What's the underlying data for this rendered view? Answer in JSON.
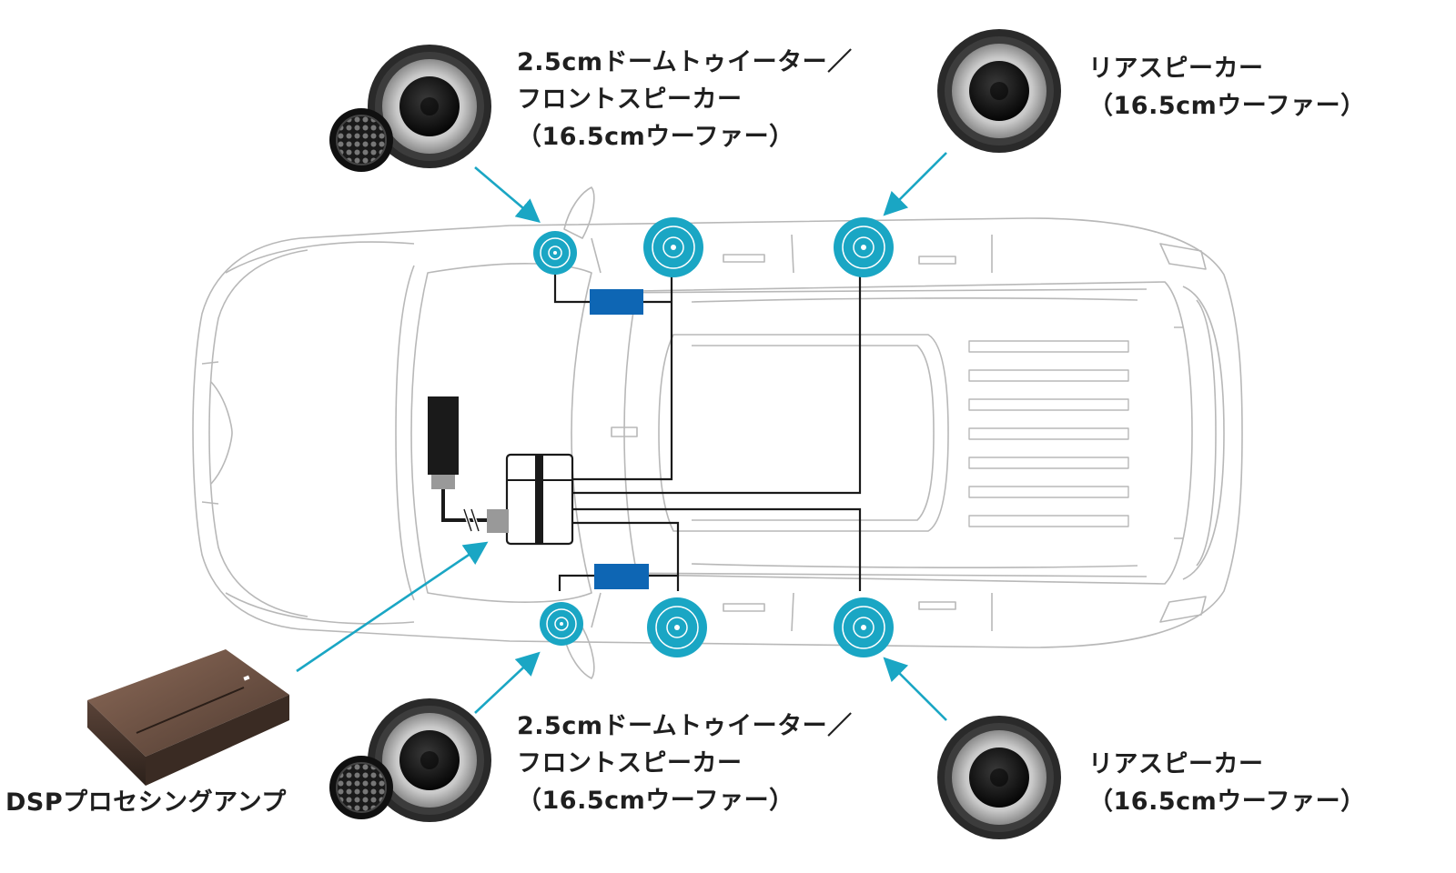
{
  "colors": {
    "accent": "#1aa6c4",
    "crossover": "#0e66b4",
    "car_outline": "#b8b8b8",
    "wiring": "#1a1a1a",
    "dsp_amp_body": "#6e5346"
  },
  "icons": [
    "woofer-icon",
    "tweeter-icon",
    "dsp-amp-icon",
    "wire-harness-icon"
  ],
  "callouts": {
    "front_left": {
      "lines": [
        "2.5cmドームトゥイーター／",
        "フロントスピーカー",
        "（16.5cmウーファー）"
      ]
    },
    "rear_left": {
      "lines": [
        "リアスピーカー",
        "（16.5cmウーファー）"
      ]
    },
    "front_right": {
      "lines": [
        "2.5cmドームトゥイーター／",
        "フロントスピーカー",
        "（16.5cmウーファー）"
      ]
    },
    "rear_right": {
      "lines": [
        "リアスピーカー",
        "（16.5cmウーファー）"
      ]
    },
    "dsp_amp": {
      "label": "DSPプロセシングアンプ"
    }
  }
}
